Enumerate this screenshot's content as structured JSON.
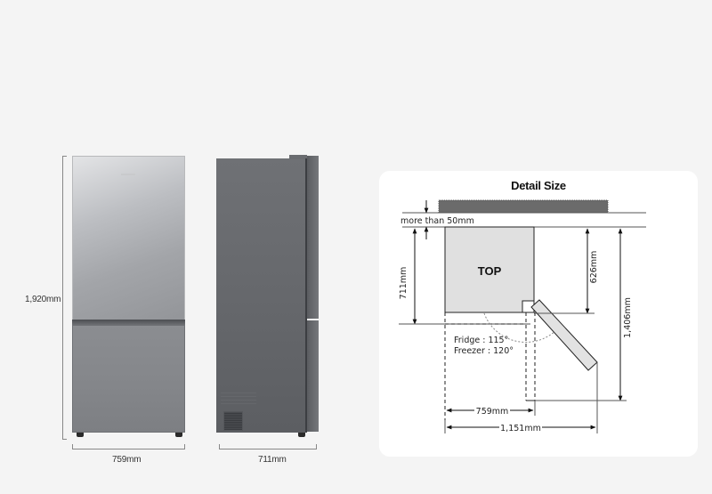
{
  "front_view": {
    "height_label": "1,920mm",
    "width_label": "759mm"
  },
  "side_view": {
    "depth_label": "711mm"
  },
  "detail_card": {
    "title": "Detail Size",
    "clearance_label": "more than 50mm",
    "top_label": "TOP",
    "depth_label": "711mm",
    "inner_depth_label": "626mm",
    "open_depth_label": "1,406mm",
    "angles": {
      "fridge": "Fridge : 115°",
      "freezer": "Freezer : 120°"
    },
    "width_label": "759mm",
    "open_width_label": "1,151mm"
  },
  "colors": {
    "background": "#f4f4f4",
    "card": "#ffffff",
    "wall": "#6b6b6b",
    "top_fill": "#e0e0e0",
    "door_fill": "#e2e2e2"
  }
}
